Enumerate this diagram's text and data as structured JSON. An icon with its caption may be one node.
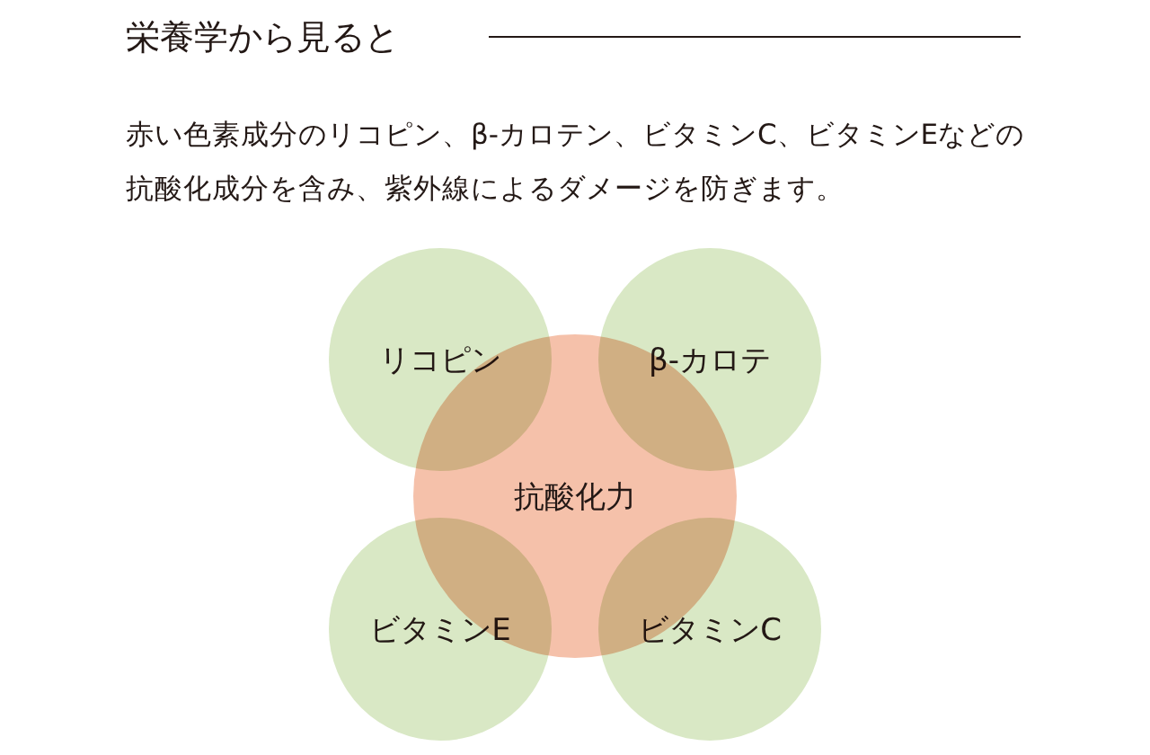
{
  "diagram": {
    "title": "栄養学から見ると",
    "nodes": [
      {
        "text": [
          "リコピン"
        ]
      },
      {
        "text": [
          "β-カロテ"
        ]
      },
      {
        "text": [
          "抗酸化力"
        ]
      },
      {
        "text": [
          "ビタミンE"
        ]
      },
      {
        "text": [
          "ビタミンC"
        ]
      }
    ],
    "labels": [
      "赤い色素成分のリコピン、β-カロテン、ビタミンC、ビタミンEなどの抗酸化成分を含み、紫外線によるダメージを防ぎます。"
    ]
  }
}
